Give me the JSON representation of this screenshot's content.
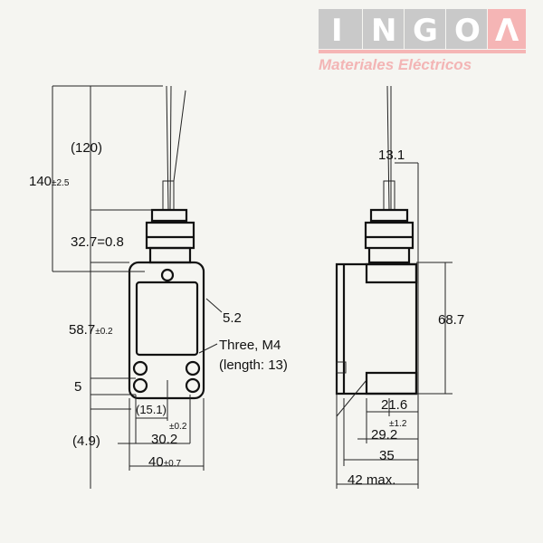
{
  "logo": {
    "letters": [
      "I",
      "N",
      "G",
      "O",
      "Λ"
    ],
    "tagline": "Materiales Eléctricos",
    "colors": {
      "box": "#c9c9c9",
      "accent": "#f5b5b5"
    }
  },
  "front_view": {
    "dims": {
      "rod_length": "(120)",
      "overall_height": "140",
      "overall_height_tol": "±2.5",
      "head_height": "32.7=0.8",
      "body_height": "58.7",
      "body_height_tol": "±0.2",
      "bottom_offset": "5",
      "hole_offset": "(15.1)",
      "hole_spacing_tol": "±0.2",
      "hole_spacing": "30.2",
      "side_offset": "(4.9)",
      "width": "40",
      "width_tol": "±0.7",
      "hole_dia": "5.2",
      "screw_note_1": "Three, M4",
      "screw_note_2": "(length: 13)"
    }
  },
  "side_view": {
    "dims": {
      "rod_offset": "13.1",
      "body_height": "68.7",
      "depth_inner": "21.6",
      "depth_tol": "±1.2",
      "depth_mid": "29.2",
      "depth": "35",
      "depth_max": "42 max."
    }
  }
}
